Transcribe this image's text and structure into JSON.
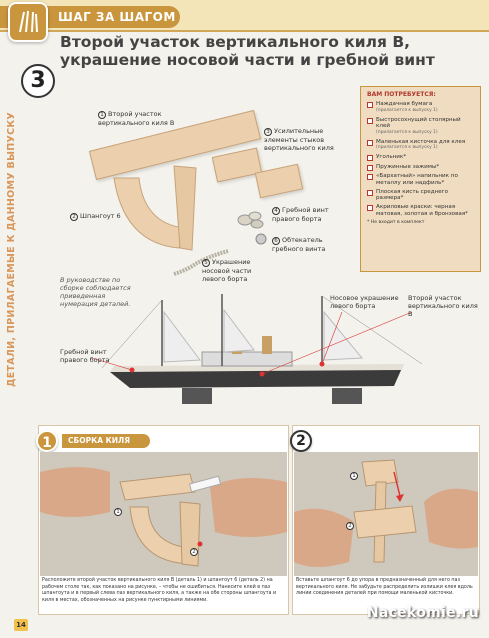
{
  "header": {
    "title": "ШАГ ЗА ШАГОМ",
    "logo_icon": "brushes-icon"
  },
  "page_title": "Второй участок вертикального киля В, украшение носовой части и гребной винт",
  "step_number": "3",
  "side_text": "ДЕТАЛИ, ПРИЛАГАЕМЫЕ К ДАННОМУ ВЫПУСКУ",
  "parts": {
    "keel_b": {
      "num": "1",
      "label": "Второй участок вертикального киля В"
    },
    "frame_6": {
      "num": "2",
      "label": "Шпангоут 6"
    },
    "reinforce": {
      "num": "3",
      "label": "Усилительные элементы стыков вертикального киля"
    },
    "propeller": {
      "num": "4",
      "label": "Гребной винт правого борта"
    },
    "bow_decor": {
      "num": "5",
      "label": "Украшение носовой части левого борта"
    },
    "fairing": {
      "num": "6",
      "label": "Обтекатель гребного винта"
    }
  },
  "needed": {
    "title": "ВАМ ПОТРЕБУЕТСЯ:",
    "items": [
      {
        "text": "Наждачная бумага",
        "sub": "(прилагается к выпуску 1)"
      },
      {
        "text": "Быстросохнущий столярный клей",
        "sub": "(прилагается к выпуску 1)"
      },
      {
        "text": "Маленькая кисточка для клея",
        "sub": "(прилагается к выпуску 1)"
      },
      {
        "text": "Угольник*",
        "sub": ""
      },
      {
        "text": "Пружинные зажимы*",
        "sub": ""
      },
      {
        "text": "«Бархатный» напильник по металлу или надфиль*",
        "sub": ""
      },
      {
        "text": "Плоская кисть среднего размера*",
        "sub": ""
      },
      {
        "text": "Акриловые краски: черная матовая, золотая и бронзовая*",
        "sub": ""
      }
    ],
    "footnote": "* Не входит в комплект"
  },
  "ship": {
    "note": "В руководстве по сборке соблюдается приведенная нумерация деталей.",
    "callout_bow": "Носовое украшение левого борта",
    "callout_keel": "Второй участок вертикального киля В",
    "callout_prop": "Гребной винт правого борта"
  },
  "step1": {
    "badge": "1",
    "label": "СБОРКА КИЛЯ",
    "desc": "Расположите второй участок вертикального киля В (деталь 1) и шпангоут 6 (деталь 2) на рабочем столе так, как показано на рисунке, – чтобы не ошибиться. Нанесите клей в паз шпангоута и в первый слева паз вертикального киля, а также на обе стороны шпангоута и киля в местах, обозначенных на рисунке пунктирными линиями.",
    "photo_label_1": "1",
    "photo_label_2": "2"
  },
  "step2": {
    "badge": "2",
    "desc": "Вставьте шпангоут 6 до упора в предназначенный для него паз вертикального киля. Не забудьте распределить излишки клея вдоль линии соединения деталей при помощи маленькой кисточки.",
    "photo_label_1": "1",
    "photo_label_2": "2"
  },
  "page_number": "14",
  "watermark": "Nacekomie.ru",
  "colors": {
    "accent": "#c9953d",
    "header_bg": "#f3e5b8",
    "needed_bg": "#f0dcc0",
    "wood": "#ecd0ae",
    "red": "#b03a2e"
  }
}
